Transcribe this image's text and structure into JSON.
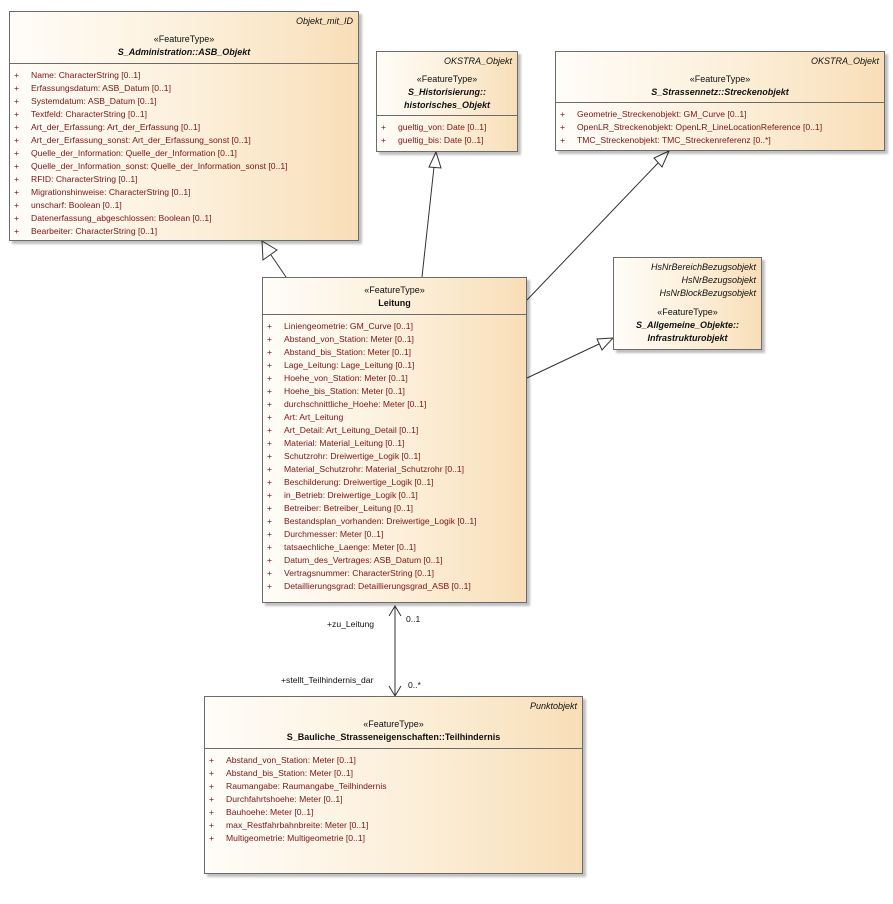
{
  "classes": {
    "asb": {
      "tag": "Objekt_mit_ID",
      "stereotype": "«FeatureType»",
      "name": "S_Administration::ASB_Objekt",
      "attributes": [
        "Name: CharacterString [0..1]",
        "Erfassungsdatum: ASB_Datum [0..1]",
        "Systemdatum: ASB_Datum [0..1]",
        "Textfeld: CharacterString [0..1]",
        "Art_der_Erfassung: Art_der_Erfassung [0..1]",
        "Art_der_Erfassung_sonst: Art_der_Erfassung_sonst [0..1]",
        "Quelle_der_Information: Quelle_der_Information [0..1]",
        "Quelle_der_Information_sonst: Quelle_der_Information_sonst [0..1]",
        "RFID: CharacterString [0..1]",
        "Migrationshinweise: CharacterString [0..1]",
        "unscharf: Boolean [0..1]",
        "Datenerfassung_abgeschlossen: Boolean [0..1]",
        "Bearbeiter: CharacterString [0..1]"
      ]
    },
    "hist": {
      "tag": "OKSTRA_Objekt",
      "stereotype": "«FeatureType»",
      "name_line1": "S_Historisierung::",
      "name_line2": "historisches_Objekt",
      "attributes": [
        "gueltig_von: Date [0..1]",
        "gueltig_bis: Date [0..1]"
      ]
    },
    "strecke": {
      "tag": "OKSTRA_Objekt",
      "stereotype": "«FeatureType»",
      "name": "S_Strassennetz::Streckenobjekt",
      "attributes": [
        "Geometrie_Streckenobjekt: GM_Curve [0..1]",
        "OpenLR_Streckenobjekt: OpenLR_LineLocationReference [0..1]",
        "TMC_Streckenobjekt: TMC_Streckenreferenz [0..*]"
      ]
    },
    "infra": {
      "tags": [
        "HsNrBereichBezugsobjekt",
        "HsNrBezugsobjekt",
        "HsNrBlockBezugsobjekt"
      ],
      "stereotype": "«FeatureType»",
      "name_line1": "S_Allgemeine_Objekte::",
      "name_line2": "Infrastrukturobjekt"
    },
    "leitung": {
      "stereotype": "«FeatureType»",
      "name": "Leitung",
      "attributes": [
        "Liniengeometrie: GM_Curve [0..1]",
        "Abstand_von_Station: Meter [0..1]",
        "Abstand_bis_Station: Meter [0..1]",
        "Lage_Leitung: Lage_Leitung [0..1]",
        "Hoehe_von_Station: Meter [0..1]",
        "Hoehe_bis_Station: Meter [0..1]",
        "durchschnittliche_Hoehe: Meter [0..1]",
        "Art: Art_Leitung",
        "Art_Detail: Art_Leitung_Detail [0..1]",
        "Material: Material_Leitung [0..1]",
        "Schutzrohr: Dreiwertige_Logik [0..1]",
        "Material_Schutzrohr: Material_Schutzrohr [0..1]",
        "Beschilderung: Dreiwertige_Logik [0..1]",
        "in_Betrieb: Dreiwertige_Logik [0..1]",
        "Betreiber: Betreiber_Leitung [0..1]",
        "Bestandsplan_vorhanden: Dreiwertige_Logik [0..1]",
        "Durchmesser: Meter [0..1]",
        "tatsaechliche_Laenge: Meter [0..1]",
        "Datum_des_Vertrages: ASB_Datum [0..1]",
        "Vertragsnummer: CharacterString [0..1]",
        "Detaillierungsgrad: Detaillierungsgrad_ASB [0..1]"
      ]
    },
    "teil": {
      "tag": "Punktobjekt",
      "stereotype": "«FeatureType»",
      "name": "S_Bauliche_Strasseneigenschaften::Teilhindernis",
      "attributes": [
        "Abstand_von_Station: Meter [0..1]",
        "Abstand_bis_Station: Meter [0..1]",
        "Raumangabe: Raumangabe_Teilhindernis",
        "Durchfahrtshoehe: Meter [0..1]",
        "Bauhoehe: Meter [0..1]",
        "max_Restfahrbahnbreite: Meter [0..1]",
        "Multigeometrie: Multigeometrie [0..1]"
      ]
    }
  },
  "association": {
    "role_top": "+zu_Leitung",
    "mult_top": "0..1",
    "role_bottom": "+stellt_Teilhindernis_dar",
    "mult_bottom": "0..*"
  },
  "attribute_marker": "+",
  "colors": {
    "attribute_text": "#7a1515",
    "class_fill_start": "#fffdf9",
    "class_fill_end": "#f8deb8",
    "border": "#6b6b6b"
  }
}
